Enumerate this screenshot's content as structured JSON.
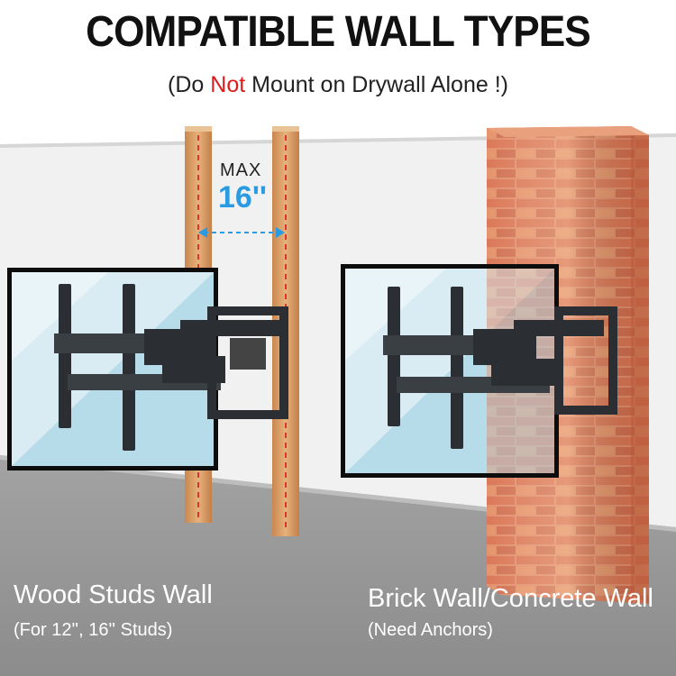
{
  "header": {
    "title": "COMPATIBLE WALL TYPES",
    "subtitle_open": "(Do ",
    "subtitle_warning": "Not",
    "subtitle_close": " Mount on Drywall Alone !)"
  },
  "studs": {
    "max_label": "MAX",
    "spacing_value": "16''"
  },
  "panels": {
    "wood": {
      "title": "Wood Studs Wall",
      "note": "(For 12'', 16'' Studs)"
    },
    "brick": {
      "title": "Brick Wall/Concrete Wall",
      "note": "(Need Anchors)"
    }
  },
  "colors": {
    "warning": "#e01b1b",
    "accent_blue": "#2a9be0",
    "wood": "#d9a16b",
    "brick": "#d9714f",
    "floor": "#9a9a9a",
    "wall": "#f1f1f1"
  }
}
